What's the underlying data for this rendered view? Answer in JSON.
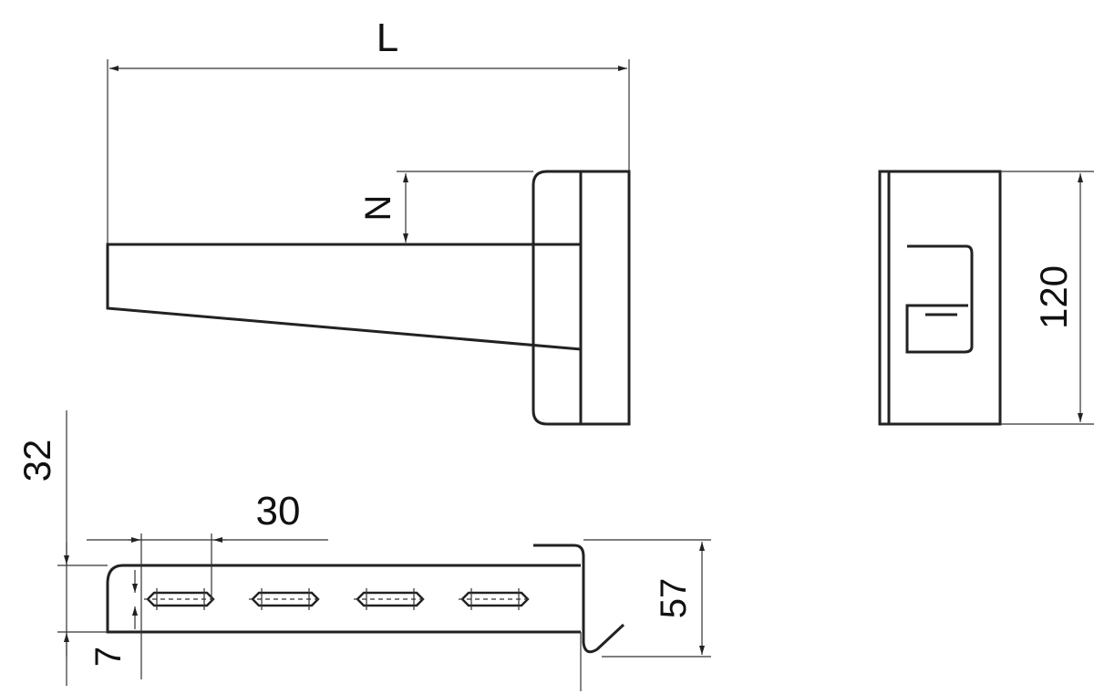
{
  "drawing": {
    "front_view": {
      "length_label": "L",
      "height_label": "N"
    },
    "side_view": {
      "height_label": "120"
    },
    "bottom_view": {
      "height_label": "32",
      "slot_pitch_label": "30",
      "slot_offset_label": "7",
      "hook_height_label": "57",
      "slot_count": 4
    },
    "line_color": "#222222"
  }
}
